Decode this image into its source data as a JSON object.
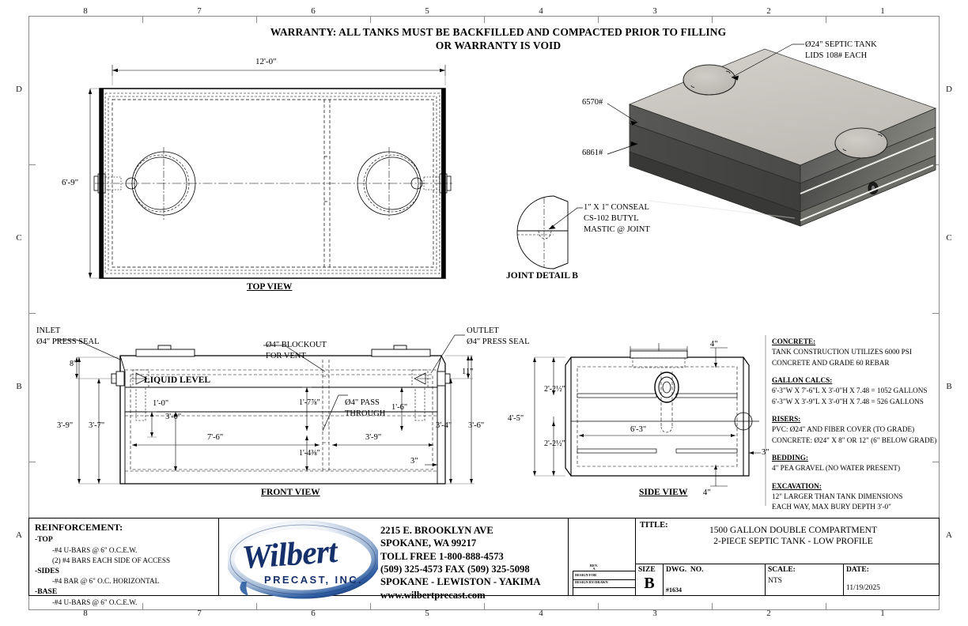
{
  "sheet": {
    "warranty": "WARRANTY: ALL TANKS MUST BE BACKFILLED AND COMPACTED\nPRIOR TO FILLING OR WARRANTY IS VOID",
    "zones_top": [
      "8",
      "7",
      "6",
      "5",
      "4",
      "3",
      "2",
      "1"
    ],
    "zones_bottom": [
      "8",
      "7",
      "6",
      "5",
      "4",
      "3",
      "2",
      "1"
    ],
    "zones_left": [
      "D",
      "C",
      "B",
      "A"
    ],
    "zones_right": [
      "D",
      "C",
      "B",
      "A"
    ]
  },
  "views": {
    "top_view": {
      "label": "TOP VIEW",
      "dim_length": "12'-0\"",
      "dim_width": "6'-9\""
    },
    "front_view": {
      "label": "FRONT VIEW",
      "callout_inlet": "INLET\nØ4\" PRESS SEAL",
      "callout_outlet": "OUTLET\nØ4\" PRESS SEAL",
      "callout_blockout": "Ø4\" BLOCKOUT\nFOR VENT",
      "callout_pass_through": "Ø4\" PASS\nTHROUGH",
      "liquid_level": "LIQUID LEVEL",
      "dims": {
        "top_inlet_drop": "8\"",
        "left_overall": "3'-9\"",
        "left_inner": "3'-7\"",
        "baffle_opening": "1'-0\"",
        "liquid_depth": "3'-0\"",
        "chamber1_len": "7'-6\"",
        "chamber2_len": "3'-9\"",
        "vent_upper": "1'-7⅞\"",
        "vent_lower": "1'-4⅜\"",
        "outlet_inner": "1'-6\"",
        "base_thk": "3\"",
        "right_top_drop": "11\"",
        "right_inner": "3'-4\"",
        "right_overall": "3'-6\""
      }
    },
    "side_view": {
      "label": "SIDE VIEW",
      "dims": {
        "upper_band": "2'-2½\"",
        "lower_band": "2'-2½\"",
        "overall_h": "4'-5\"",
        "inner_w": "6'-3\"",
        "wall_top": "4\"",
        "wall_bottom": "4\"",
        "base": "3\""
      }
    },
    "joint_detail": {
      "label": "JOINT DETAIL B",
      "callout": "1\" X 1\" CONSEAL\nCS-102 BUTYL\nMASTIC @ JOINT"
    },
    "iso_view": {
      "callout_lids": "Ø24\" SEPTIC TANK\nLIDS 108# EACH",
      "weight_top": "6570#",
      "weight_bottom": "6861#"
    }
  },
  "notes": {
    "reinforcement": {
      "title": "REINFORCEMENT:",
      "lines": [
        {
          "text": "-TOP",
          "indent": 0,
          "bold": true
        },
        {
          "text": "-#4 U-BARS @ 6\" O.C.E.W.",
          "indent": 22,
          "bold": false
        },
        {
          "text": "(2) #4 BARS EACH SIDE OF ACCESS",
          "indent": 22,
          "bold": false
        },
        {
          "text": "-SIDES",
          "indent": 0,
          "bold": true
        },
        {
          "text": "-#4 BAR @ 6\" O.C. HORIZONTAL",
          "indent": 22,
          "bold": false
        },
        {
          "text": "-BASE",
          "indent": 0,
          "bold": true
        },
        {
          "text": "-#4 U-BARS @ 6\" O.C.E.W.",
          "indent": 22,
          "bold": false
        }
      ]
    },
    "spec_groups": [
      {
        "heading": "CONCRETE:",
        "lines": [
          "TANK CONSTRUCTION UTILIZES 6000 PSI",
          "CONCRETE AND GRADE 60 REBAR"
        ]
      },
      {
        "heading": "GALLON CALCS:",
        "lines": [
          "6'-3\"W X 7'-6\"L X 3'-0\"H X 7.48 = 1052 GALLONS",
          "6'-3\"W X 3'-9\"L X 3'-0\"H X 7.48 = 526 GALLONS"
        ]
      },
      {
        "heading": "RISERS:",
        "lines": [
          "PVC: Ø24\" AND FIBER COVER (TO GRADE)",
          "CONCRETE: Ø24\" X 8\" OR 12\" (6\" BELOW GRADE)"
        ]
      },
      {
        "heading": "BEDDING:",
        "lines": [
          "4\" PEA GRAVEL (NO WATER PRESENT)"
        ]
      },
      {
        "heading": "EXCAVATION:",
        "lines": [
          "12\" LARGER THAN TANK DIMENSIONS",
          "EACH WAY, MAX BURY DEPTH 3'-0\""
        ]
      }
    ]
  },
  "company": {
    "logo_word": "Wilbert",
    "logo_sub": "PRECAST, INC.",
    "address_lines": [
      "2215 E. BROOKLYN AVE",
      "SPOKANE, WA 99217",
      "TOLL FREE 1-800-888-4573",
      "(509) 325-4573      FAX (509) 325-5098",
      "SPOKANE - LEWISTON - YAKIMA",
      "www.wilbertprecast.com"
    ]
  },
  "titleblock": {
    "title_label": "TITLE:",
    "title_line1": "1500 GALLON DOUBLE COMPARTMENT",
    "title_line2": "2-PIECE SEPTIC TANK - LOW PROFILE",
    "size_label": "SIZE",
    "size_value": "B",
    "dwg_label": "DWG.  NO.",
    "dwg_value": "#1634",
    "scale_label": "SCALE:",
    "scale_value": "NTS",
    "date_label": "DATE:",
    "date_value": "11/19/2025",
    "rev_label": "REV.",
    "rev_value": "A",
    "design_for_label": "DESIGN FOR",
    "design_by_label": "DESIGN BY/DRAWN"
  },
  "colors": {
    "iso_top": "#c9c7c0",
    "iso_side_upper": "#4c4c4c",
    "iso_side_lower": "#3c3c3c",
    "iso_front": "#6e6e68",
    "frame": "#8a8a8a",
    "line": "#000000",
    "logo_blue": "#15306b"
  }
}
